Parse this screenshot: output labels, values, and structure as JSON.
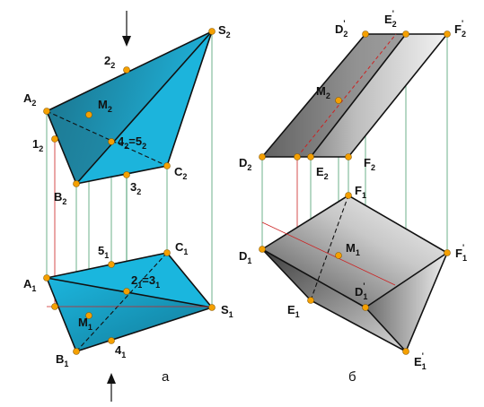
{
  "figure_a": {
    "caption": "а",
    "points": {
      "A2": {
        "base": "A",
        "sub": "2"
      },
      "B2": {
        "base": "B",
        "sub": "2"
      },
      "C2": {
        "base": "C",
        "sub": "2"
      },
      "S2": {
        "base": "S",
        "sub": "2"
      },
      "M2": {
        "base": "M",
        "sub": "2"
      },
      "p1_2": {
        "base": "1",
        "sub": "2"
      },
      "p2_2": {
        "base": "2",
        "sub": "2"
      },
      "p3_2": {
        "base": "3",
        "sub": "2"
      },
      "A1": {
        "base": "A",
        "sub": "1"
      },
      "B1": {
        "base": "B",
        "sub": "1"
      },
      "C1": {
        "base": "C",
        "sub": "1"
      },
      "S1": {
        "base": "S",
        "sub": "1"
      },
      "M1": {
        "base": "M",
        "sub": "1"
      },
      "p4_1": {
        "base": "4",
        "sub": "1"
      },
      "p5_1": {
        "base": "5",
        "sub": "1"
      }
    },
    "compound_labels": {
      "p45_2": {
        "a": "4",
        "a_sub": "2",
        "mid": "=5",
        "b_sub": "2"
      },
      "p23_1": {
        "a": "2",
        "a_sub": "1",
        "mid": "=3",
        "b_sub": "1"
      }
    }
  },
  "figure_b": {
    "caption": "б",
    "points": {
      "D2": {
        "base": "D",
        "sub": "2",
        "prime": ""
      },
      "E2": {
        "base": "E",
        "sub": "2",
        "prime": ""
      },
      "F2": {
        "base": "F",
        "sub": "2",
        "prime": ""
      },
      "D2p": {
        "base": "D",
        "sub": "2",
        "prime": "'"
      },
      "E2p": {
        "base": "E",
        "sub": "2",
        "prime": "'"
      },
      "F2p": {
        "base": "F",
        "sub": "2",
        "prime": "'"
      },
      "M2": {
        "base": "M",
        "sub": "2",
        "prime": ""
      },
      "D1": {
        "base": "D",
        "sub": "1",
        "prime": ""
      },
      "E1": {
        "base": "E",
        "sub": "1",
        "prime": ""
      },
      "F1": {
        "base": "F",
        "sub": "1",
        "prime": ""
      },
      "D1p": {
        "base": "D",
        "sub": "1",
        "prime": "'"
      },
      "E1p": {
        "base": "E",
        "sub": "1",
        "prime": "'"
      },
      "F1p": {
        "base": "F",
        "sub": "1",
        "prime": "'"
      },
      "M1": {
        "base": "M",
        "sub": "1",
        "prime": ""
      }
    }
  },
  "colors": {
    "face_cyan": "#1ab8e0",
    "face_dark": "#1a6f86",
    "point": "#f5a000",
    "edge": "#111111",
    "link_green": "#2f8f5a",
    "link_red": "#cc2222"
  }
}
